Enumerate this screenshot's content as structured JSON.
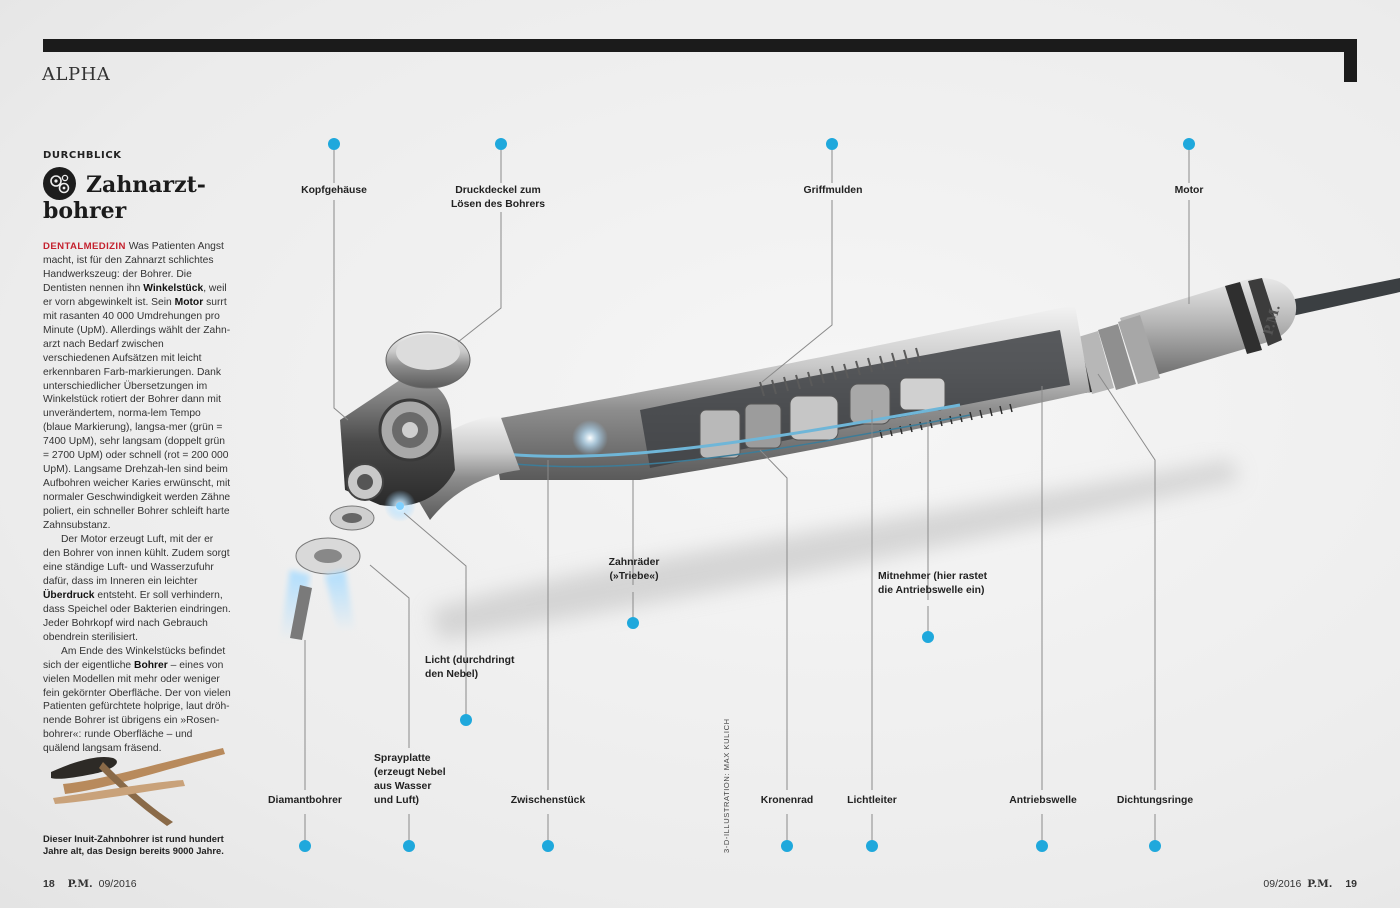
{
  "header": {
    "section_title": "ALPHA"
  },
  "article": {
    "kicker": "DURCHBLICK",
    "heading_line1": "Zahnarzt-",
    "heading_line2": "bohrer",
    "heading_icon": "gears-icon",
    "paragraphs": [
      [
        {
          "t": "DENTALMEDIZIN",
          "s": "lead"
        },
        {
          "t": "  Was Patienten Angst macht, ist für den Zahnarzt schlichtes Handwerkszeug: der Bohrer. Die Dentisten nennen ihn "
        },
        {
          "t": "Winkelstück",
          "s": "b"
        },
        {
          "t": ", weil er vorn abgewinkelt ist. Sein "
        },
        {
          "t": "Motor",
          "s": "b"
        },
        {
          "t": " surrt mit rasanten 40 000 Umdrehungen pro Minute (UpM). Allerdings wählt der Zahn-arzt nach Bedarf zwischen verschiedenen Aufsätzen mit leicht erkennbaren Farb-markierungen. Dank unterschiedlicher Übersetzungen im Winkelstück rotiert der Bohrer dann mit unverändertem, norma-lem Tempo (blaue Markierung), langsa-mer (grün = 7400 UpM), sehr langsam (doppelt grün = 2700 UpM) oder schnell (rot = 200 000 UpM). Langsame Drehzah-len sind beim Aufbohren weicher Karies erwünscht, mit normaler Geschwindigkeit werden Zähne poliert, ein schneller Bohrer schleift harte Zahnsubstanz."
        }
      ],
      [
        {
          "t": "Der Motor erzeugt Luft, mit der er den Bohrer von innen kühlt. Zudem sorgt eine ständige Luft- und Wasserzufuhr dafür, dass im Inneren ein leichter "
        },
        {
          "t": "Überdruck",
          "s": "b"
        },
        {
          "t": " entsteht. Er soll verhindern, dass Speichel oder Bakterien eindringen. Jeder Bohrkopf wird nach Gebrauch obendrein sterilisiert."
        }
      ],
      [
        {
          "t": "Am Ende des Winkelstücks befindet sich der eigentliche "
        },
        {
          "t": "Bohrer",
          "s": "b"
        },
        {
          "t": " – eines von vielen Modellen mit mehr oder weniger fein gekörnter Oberfläche. Der von vielen Patienten gefürchtete holprige, laut dröh-nende Bohrer ist übrigens ein »Rosen-bohrer«: runde Oberfläche – und quälend langsam fräsend."
        }
      ]
    ],
    "photo_caption": "Dieser Inuit-Zahnbohrer ist rund hundert Jahre alt, das Design bereits 9000 Jahre."
  },
  "illustration": {
    "credit": "3-D-ILLUSTRATION: MAX KULICH",
    "brand_mark": "P.M.",
    "dot_color": "#1fa8dc",
    "callouts_top": [
      {
        "id": "kopfgehaeuse",
        "label": "Kopfgehäuse"
      },
      {
        "id": "druckdeckel",
        "label": "Druckdeckel zum\nLösen des Bohrers"
      },
      {
        "id": "griffmulden",
        "label": "Griffmulden"
      },
      {
        "id": "motor",
        "label": "Motor"
      }
    ],
    "callouts_middle": [
      {
        "id": "zahnraeder",
        "label": "Zahnräder\n(»Triebe«)"
      },
      {
        "id": "mitnehmer",
        "label": "Mitnehmer (hier rastet\ndie Antriebswelle ein)"
      },
      {
        "id": "licht",
        "label": "Licht (durchdringt\nden Nebel)"
      }
    ],
    "callouts_bottom": [
      {
        "id": "diamantbohrer",
        "label": "Diamantbohrer"
      },
      {
        "id": "sprayplatte",
        "label": "Sprayplatte\n(erzeugt Nebel\naus Wasser\nund Luft)"
      },
      {
        "id": "zwischenstueck",
        "label": "Zwischenstück"
      },
      {
        "id": "kronenrad",
        "label": "Kronenrad"
      },
      {
        "id": "lichtleiter",
        "label": "Lichtleiter"
      },
      {
        "id": "antriebswelle",
        "label": "Antriebswelle"
      },
      {
        "id": "dichtungsringe",
        "label": "Dichtungsringe"
      }
    ]
  },
  "footer": {
    "left_page": "18",
    "left_brand": "P.M.",
    "left_issue": "09/2016",
    "right_issue": "09/2016",
    "right_brand": "P.M.",
    "right_page": "19"
  }
}
